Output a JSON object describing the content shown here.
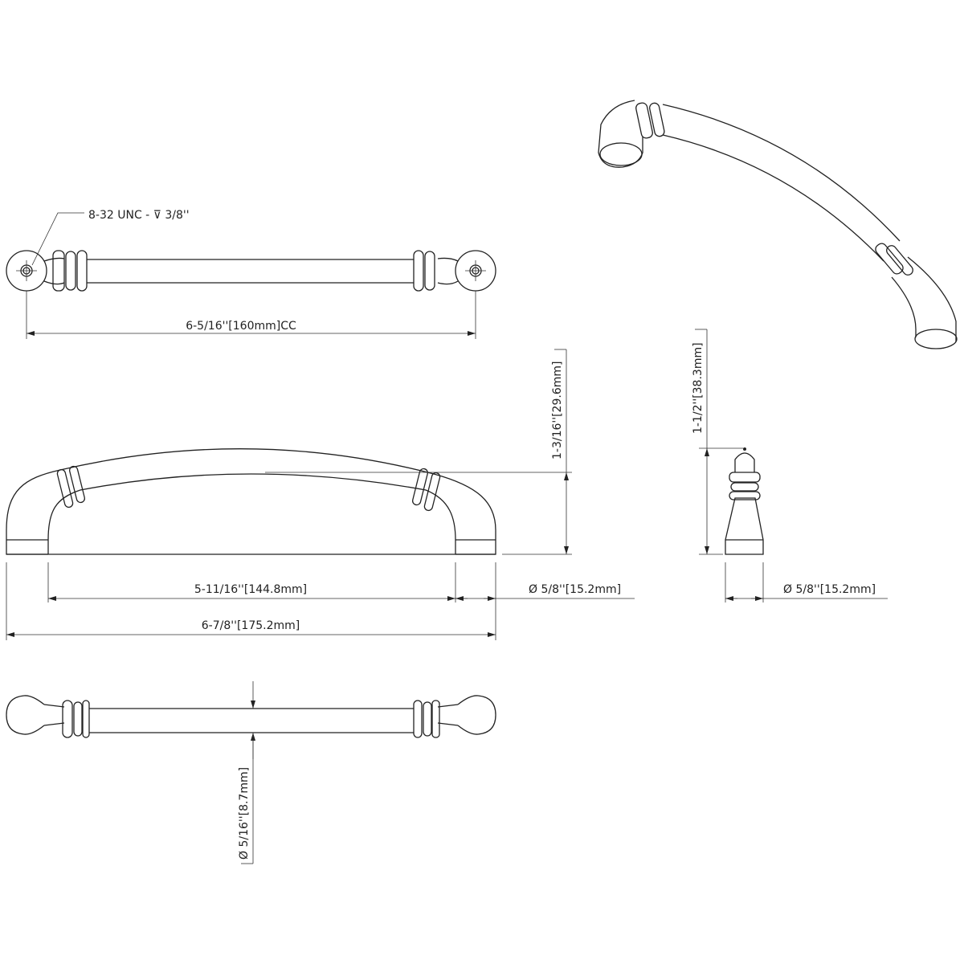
{
  "drawing": {
    "thread_callout": "8-32 UNC - ⊽ 3/8''",
    "center_to_center": "6-5/16''[160mm]CC",
    "projection_height": "1-3/16''[29.6mm]",
    "inner_length": "5-11/16''[144.8mm]",
    "foot_diameter_front": "Ø 5/8''[15.2mm]",
    "overall_length": "6-7/8''[175.2mm]",
    "overall_height": "1-1/2''[38.3mm]",
    "foot_diameter_side": "Ø 5/8''[15.2mm]",
    "bar_diameter": "Ø 5/16''[8.7mm]"
  }
}
